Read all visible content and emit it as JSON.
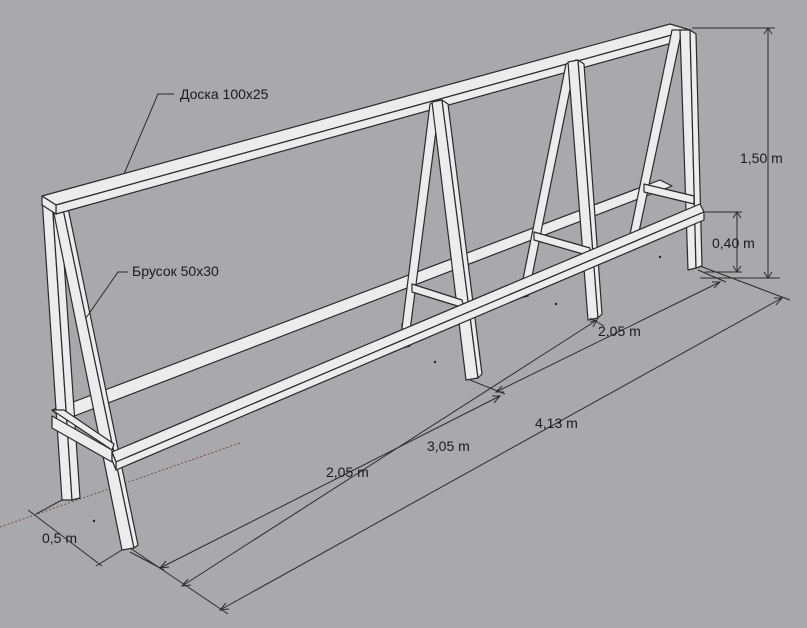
{
  "labels": {
    "board": "Доска 100х25",
    "bar": "Брусок 50х30"
  },
  "dimensions": {
    "height": "1,50 m",
    "rail_height": "0,40 m",
    "span_right": "2,05 m",
    "total_length": "4,13 m",
    "middle_length": "3,05 m",
    "span_left": "2,05 m",
    "depth": "0,5 m"
  },
  "colors": {
    "background": "#a9a9ab",
    "wood": "#ececec",
    "outline": "#2a2a2a"
  }
}
